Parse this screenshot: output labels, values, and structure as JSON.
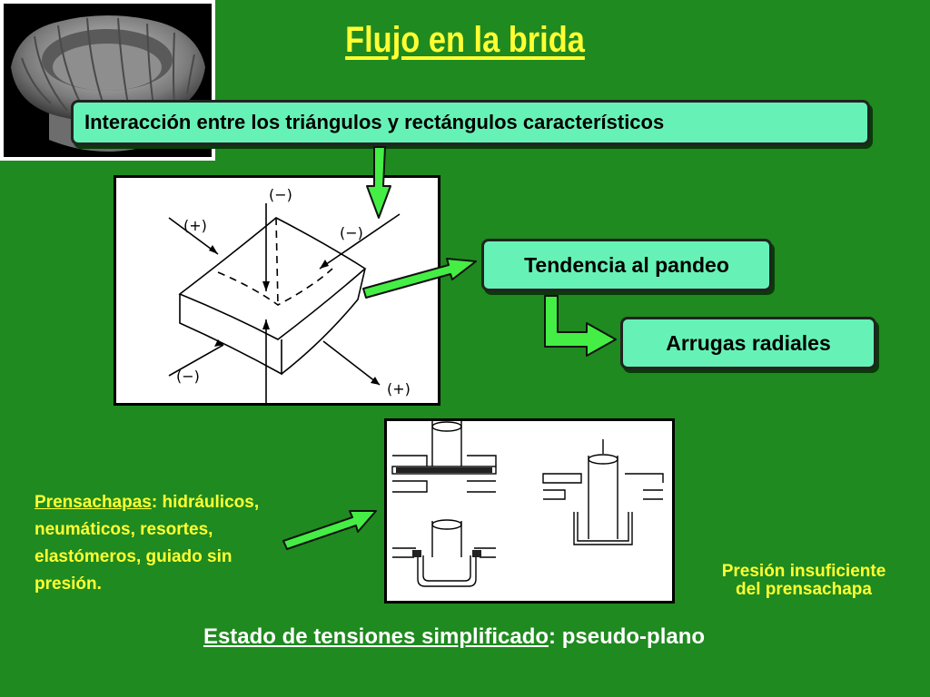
{
  "title": "Flujo en la brida",
  "interaction_box": "Interacción entre los triángulos y rectángulos característicos",
  "tendency_box": "Tendencia al pandeo",
  "wrinkles_box": "Arrugas radiales",
  "element_diagram": {
    "labels": [
      "(+)",
      "(−)",
      "(−)",
      "(−)",
      "(+)"
    ]
  },
  "blankholder": {
    "term": "Prensachapas",
    "separator": ":",
    "description": "hidráulicos, neumáticos, resortes, elastómeros, guiado sin presión."
  },
  "photo_caption": {
    "line1": "Presión insuficiente",
    "line2": "del prensachapa"
  },
  "bottom_statement": {
    "term": "Estado de tensiones simplificado",
    "rest": ": pseudo-plano"
  },
  "colors": {
    "background": "#1f8a1f",
    "title": "#ffff33",
    "box_fill": "#66f2b6",
    "arrow_fill": "#44ee44"
  }
}
